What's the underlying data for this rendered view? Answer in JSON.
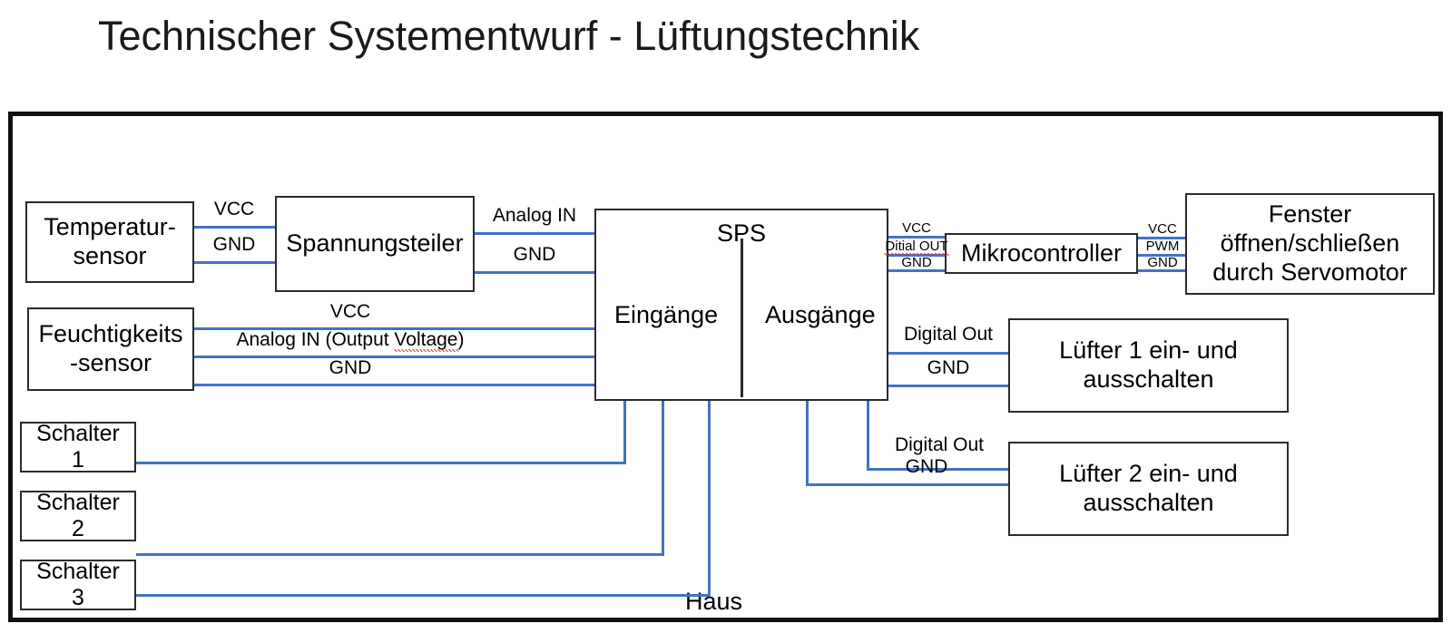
{
  "page": {
    "title": "Technischer Systementwurf - Lüftungstechnik",
    "container_label": "Haus",
    "wire_color": "#4472C4",
    "border_color": "#2b2b2b"
  },
  "blocks": {
    "temperature_sensor": "Temperatur-\nsensor",
    "temperature_sensor_line1": "Temperatur-",
    "temperature_sensor_line2": "sensor",
    "voltage_divider": "Spannungsteiler",
    "humidity_sensor_line1": "Feuchtigkeits",
    "humidity_sensor_line2": "-sensor",
    "switch_1_line1": "Schalter",
    "switch_1_line2": "1",
    "switch_2_line1": "Schalter",
    "switch_2_line2": "2",
    "switch_3_line1": "Schalter",
    "switch_3_line2": "3",
    "plc_title": "SPS",
    "plc_inputs": "Eingänge",
    "plc_outputs": "Ausgänge",
    "microcontroller": "Mikrocontroller",
    "window_line1": "Fenster",
    "window_line2": "öffnen/schließen",
    "window_line3": "durch Servomotor",
    "fan1_line1": "Lüfter 1 ein- und",
    "fan1_line2": "ausschalten",
    "fan2_line1": "Lüfter 2 ein- und",
    "fan2_line2": "ausschalten"
  },
  "wire_labels": {
    "temp_vcc": "VCC",
    "temp_gnd": "GND",
    "divider_analog_in": "Analog IN",
    "divider_gnd": "GND",
    "humidity_vcc": "VCC",
    "humidity_analog_prefix": "Analog IN (Output ",
    "humidity_analog_misspelled": "Voltage",
    "humidity_analog_suffix": ")",
    "humidity_gnd": "GND",
    "mcu_in_vcc": "VCC",
    "mcu_in_digital_out": "Ditial OUT",
    "mcu_in_gnd": "GND",
    "mcu_out_vcc": "VCC",
    "mcu_out_pwm": "PWM",
    "mcu_out_gnd": "GND",
    "fan1_digital_out": "Digital Out",
    "fan1_gnd": "GND",
    "fan2_digital_out": "Digital Out",
    "fan2_gnd": "GND"
  }
}
